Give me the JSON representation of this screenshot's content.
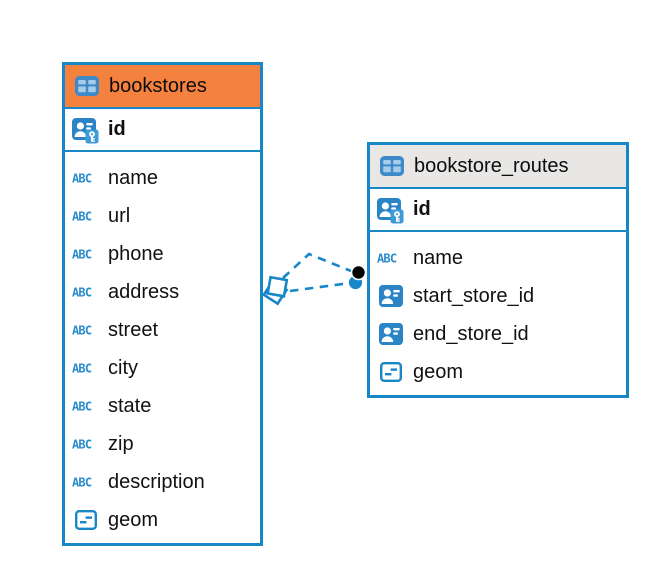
{
  "colors": {
    "accent_blue": "#1787C8",
    "bookstores_header": "#F5813E",
    "routes_header": "#E8E7E6",
    "text": "#111111"
  },
  "tables": [
    {
      "title": "bookstores",
      "icon": "table-icon",
      "primary_key": {
        "label": "id",
        "icon": "primary-key-icon"
      },
      "columns": [
        {
          "label": "name",
          "icon": "text-type-icon"
        },
        {
          "label": "url",
          "icon": "text-type-icon"
        },
        {
          "label": "phone",
          "icon": "text-type-icon"
        },
        {
          "label": "address",
          "icon": "text-type-icon"
        },
        {
          "label": "street",
          "icon": "text-type-icon"
        },
        {
          "label": "city",
          "icon": "text-type-icon"
        },
        {
          "label": "state",
          "icon": "text-type-icon"
        },
        {
          "label": "zip",
          "icon": "text-type-icon"
        },
        {
          "label": "description",
          "icon": "text-type-icon"
        },
        {
          "label": "geom",
          "icon": "geometry-type-icon"
        }
      ]
    },
    {
      "title": "bookstore_routes",
      "icon": "table-icon",
      "primary_key": {
        "label": "id",
        "icon": "primary-key-icon"
      },
      "columns": [
        {
          "label": "name",
          "icon": "text-type-icon"
        },
        {
          "label": "start_store_id",
          "icon": "reference-type-icon"
        },
        {
          "label": "end_store_id",
          "icon": "reference-type-icon"
        },
        {
          "label": "geom",
          "icon": "geometry-type-icon"
        }
      ]
    }
  ],
  "connector": {
    "from_table": "bookstores",
    "to_table": "bookstore_routes",
    "line_style": "dashed",
    "line_color": "#1787C8",
    "source_endpoint": "diamond-connector-icon",
    "target_endpoint": "dot-connector-icon"
  }
}
